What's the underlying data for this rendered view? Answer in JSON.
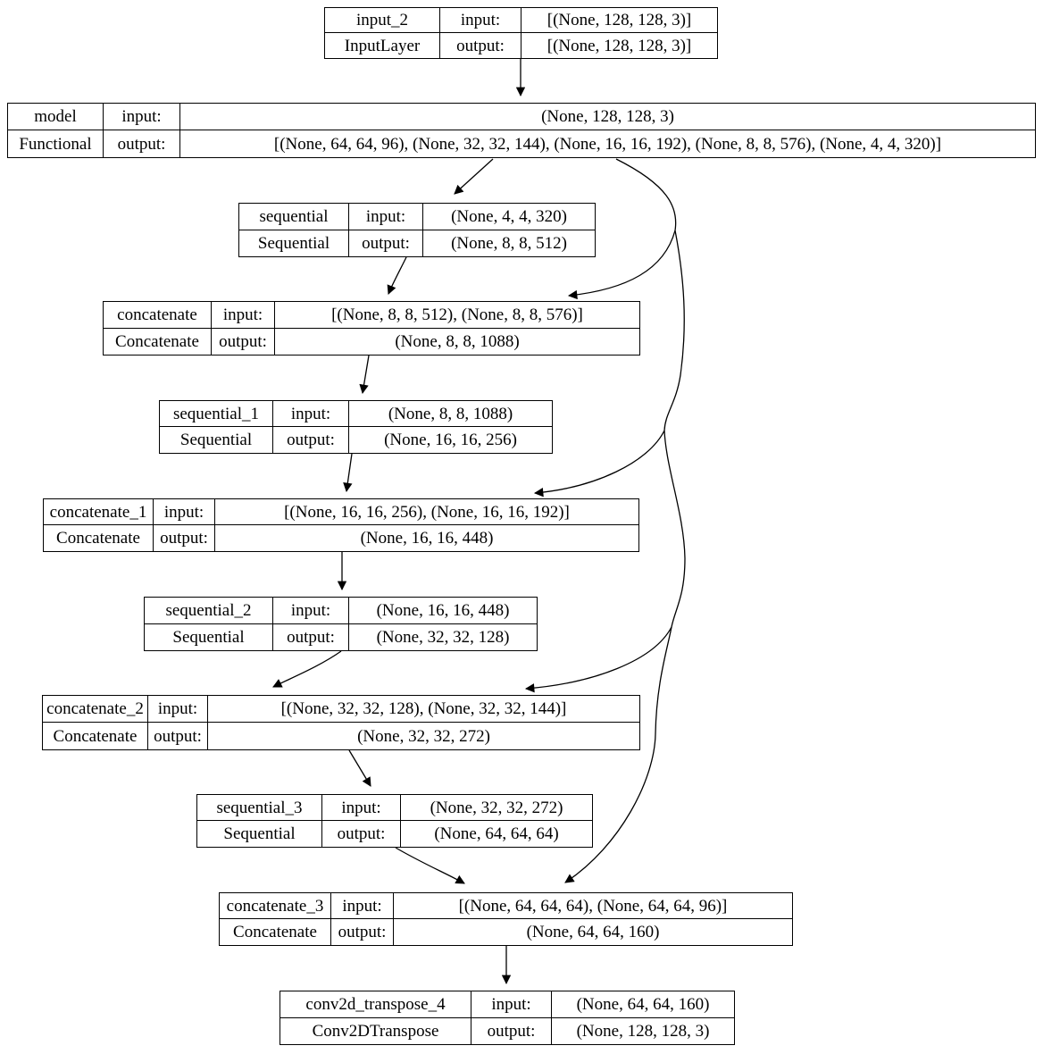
{
  "diagram": {
    "title": "Keras model architecture graph",
    "labels": {
      "input": "input:",
      "output": "output:"
    },
    "colors": {
      "border": "#000000",
      "background": "#ffffff",
      "text": "#000000"
    },
    "nodes": [
      {
        "id": "input_2",
        "name": "input_2",
        "type": "InputLayer",
        "input_shape": "[(None, 128, 128, 3)]",
        "output_shape": "[(None, 128, 128, 3)]"
      },
      {
        "id": "model",
        "name": "model",
        "type": "Functional",
        "input_shape": "(None, 128, 128, 3)",
        "output_shape": "[(None, 64, 64, 96), (None, 32, 32, 144), (None, 16, 16, 192), (None, 8, 8, 576), (None, 4, 4, 320)]"
      },
      {
        "id": "sequential",
        "name": "sequential",
        "type": "Sequential",
        "input_shape": "(None, 4, 4, 320)",
        "output_shape": "(None, 8, 8, 512)"
      },
      {
        "id": "concatenate",
        "name": "concatenate",
        "type": "Concatenate",
        "input_shape": "[(None, 8, 8, 512), (None, 8, 8, 576)]",
        "output_shape": "(None, 8, 8, 1088)"
      },
      {
        "id": "sequential_1",
        "name": "sequential_1",
        "type": "Sequential",
        "input_shape": "(None, 8, 8, 1088)",
        "output_shape": "(None, 16, 16, 256)"
      },
      {
        "id": "concatenate_1",
        "name": "concatenate_1",
        "type": "Concatenate",
        "input_shape": "[(None, 16, 16, 256), (None, 16, 16, 192)]",
        "output_shape": "(None, 16, 16, 448)"
      },
      {
        "id": "sequential_2",
        "name": "sequential_2",
        "type": "Sequential",
        "input_shape": "(None, 16, 16, 448)",
        "output_shape": "(None, 32, 32, 128)"
      },
      {
        "id": "concatenate_2",
        "name": "concatenate_2",
        "type": "Concatenate",
        "input_shape": "[(None, 32, 32, 128), (None, 32, 32, 144)]",
        "output_shape": "(None, 32, 32, 272)"
      },
      {
        "id": "sequential_3",
        "name": "sequential_3",
        "type": "Sequential",
        "input_shape": "(None, 32, 32, 272)",
        "output_shape": "(None, 64, 64, 64)"
      },
      {
        "id": "concatenate_3",
        "name": "concatenate_3",
        "type": "Concatenate",
        "input_shape": "[(None, 64, 64, 64), (None, 64, 64, 96)]",
        "output_shape": "(None, 64, 64, 160)"
      },
      {
        "id": "conv2d_transpose_4",
        "name": "conv2d_transpose_4",
        "type": "Conv2DTranspose",
        "input_shape": "(None, 64, 64, 160)",
        "output_shape": "(None, 128, 128, 3)"
      }
    ],
    "edges": [
      {
        "from": "input_2",
        "to": "model"
      },
      {
        "from": "model",
        "to": "sequential"
      },
      {
        "from": "model",
        "to": "concatenate"
      },
      {
        "from": "model",
        "to": "concatenate_1"
      },
      {
        "from": "model",
        "to": "concatenate_2"
      },
      {
        "from": "model",
        "to": "concatenate_3"
      },
      {
        "from": "sequential",
        "to": "concatenate"
      },
      {
        "from": "concatenate",
        "to": "sequential_1"
      },
      {
        "from": "sequential_1",
        "to": "concatenate_1"
      },
      {
        "from": "concatenate_1",
        "to": "sequential_2"
      },
      {
        "from": "sequential_2",
        "to": "concatenate_2"
      },
      {
        "from": "concatenate_2",
        "to": "sequential_3"
      },
      {
        "from": "sequential_3",
        "to": "concatenate_3"
      },
      {
        "from": "concatenate_3",
        "to": "conv2d_transpose_4"
      }
    ]
  }
}
